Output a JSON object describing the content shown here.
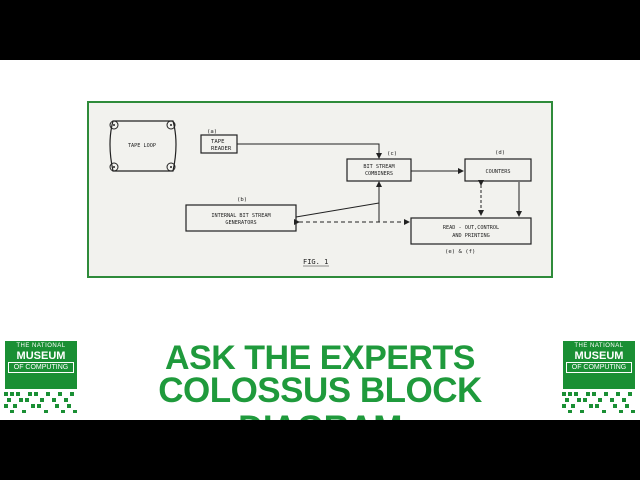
{
  "diagram": {
    "tape_loop": "TAPE LOOP",
    "tape_reader": {
      "tag": "(a)",
      "line1": "TAPE",
      "line2": "READER"
    },
    "bit_stream_generators": {
      "tag": "(b)",
      "line1": "INTERNAL BIT STREAM",
      "line2": "GENERATORS"
    },
    "combiners": {
      "tag": "(c)",
      "line1": "BIT STREAM",
      "line2": "COMBINERS"
    },
    "counters": {
      "tag": "(d)",
      "line1": "COUNTERS"
    },
    "readout": {
      "tag": "(e) & (f)",
      "line1": "READ - OUT,CONTROL",
      "line2": "AND PRINTING"
    },
    "figure": "FIG. 1"
  },
  "title": {
    "line1": "ASK THE EXPERTS",
    "line2": "COLOSSUS BLOCK DIAGRAM"
  },
  "logo": {
    "top": "THE NATIONAL",
    "middle": "MUSEUM",
    "bottom": "OF COMPUTING",
    "color": "#1a8f34"
  },
  "colors": {
    "title": "#1f9a3c",
    "frame": "#2e8b3a"
  }
}
